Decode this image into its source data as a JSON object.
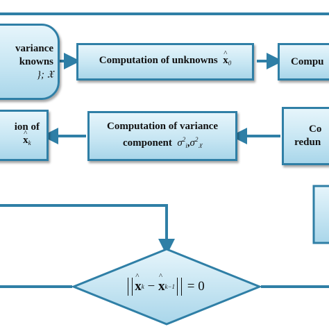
{
  "nodes": {
    "top_left": {
      "line1": "variance",
      "line2": "knowns",
      "line3": "}; 𝔛"
    },
    "top_middle": {
      "text": "Computation of unknowns",
      "sym": "x",
      "sub": "0"
    },
    "top_right": {
      "text": "Compu"
    },
    "mid_left": {
      "line1": "ion of",
      "sym": "x",
      "sub": "k"
    },
    "mid_middle": {
      "line1": "Computation of variance",
      "line2": "component",
      "sym1": "σ",
      "sub1": "i",
      "sup1": "2",
      "sym2": "σ",
      "sub2": "𝔛",
      "sup2": "2"
    },
    "mid_right": {
      "line1": "Co",
      "line2": "redun"
    },
    "decision": {
      "left": "x",
      "left_sub": "k",
      "minus": "−",
      "right": "x",
      "right_sub": "k−1",
      "equals": "= 0"
    }
  },
  "colors": {
    "arrow": "#2f7fa6",
    "box_border": "#2f7fa6",
    "box_fill_top": "#e6f5fb",
    "box_fill_bottom": "#a9d6ea"
  }
}
